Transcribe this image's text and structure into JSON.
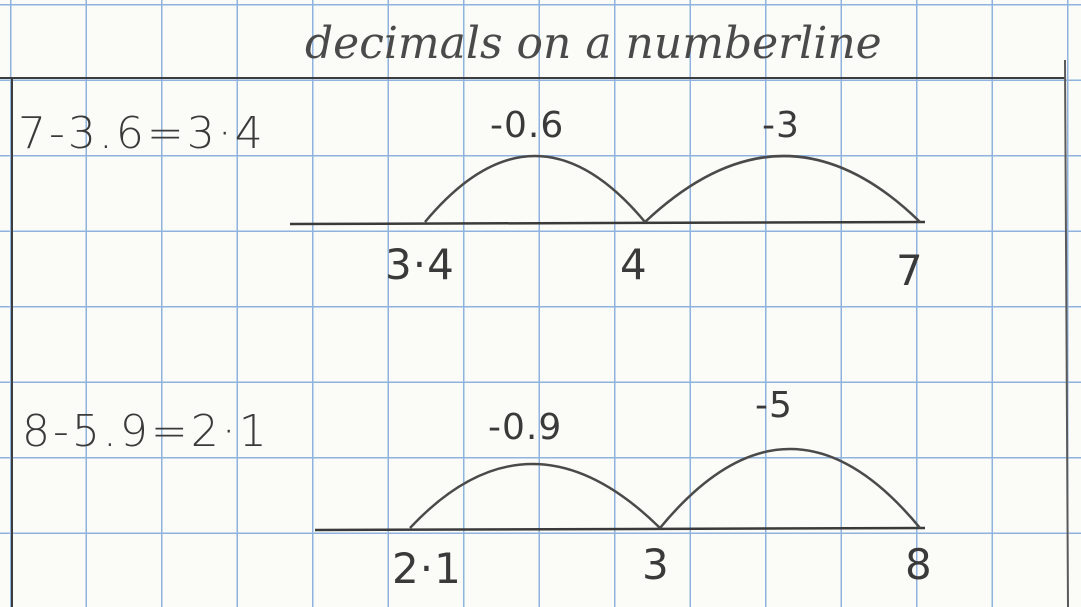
{
  "title": "decimals on a numberline",
  "problems": [
    {
      "equation": "7-3.6=3·4",
      "jumps": [
        "-0.6",
        "-3"
      ],
      "ticks": [
        "3·4",
        "4",
        "7"
      ]
    },
    {
      "equation": "8-5.9=2·1",
      "jumps": [
        "-0.9",
        "-5"
      ],
      "ticks": [
        "2·1",
        "3",
        "8"
      ]
    }
  ],
  "colors": {
    "grid": "#8fb3de",
    "pencil": "#3a3a3a",
    "paper": "#fbfbf7"
  }
}
